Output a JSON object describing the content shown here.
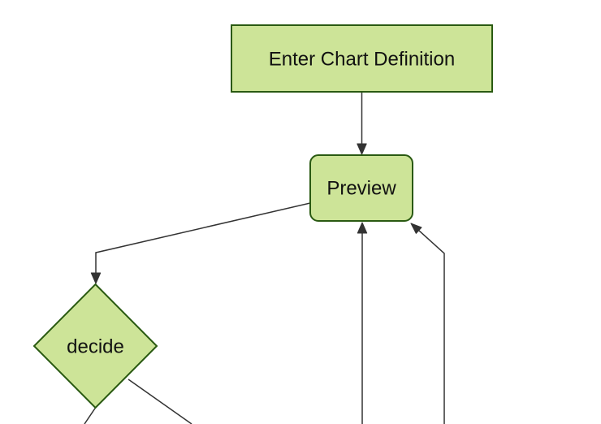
{
  "diagram": {
    "type": "flowchart",
    "orientation": "top-down",
    "theme": {
      "node_fill": "#cde498",
      "node_stroke": "#2a5a12",
      "edge_color": "#333333",
      "text_color": "#111111",
      "background": "#ffffff"
    },
    "nodes": [
      {
        "id": "enter-chart-definition",
        "label": "Enter Chart Definition",
        "shape": "rectangle"
      },
      {
        "id": "preview",
        "label": "Preview",
        "shape": "rounded-rectangle"
      },
      {
        "id": "decide",
        "label": "decide",
        "shape": "diamond"
      }
    ],
    "edges": [
      {
        "from": "enter-chart-definition",
        "to": "preview",
        "style": "arrow"
      },
      {
        "from": "preview",
        "to": "decide",
        "style": "arrow"
      },
      {
        "from": "offscreen-bottom",
        "to": "preview",
        "style": "arrow"
      },
      {
        "from": "offscreen-bottom-right",
        "to": "preview",
        "style": "arrow"
      },
      {
        "from": "decide",
        "to": "offscreen-bottom-left",
        "style": "line"
      },
      {
        "from": "decide",
        "to": "offscreen-bottom-right",
        "style": "line"
      }
    ]
  }
}
